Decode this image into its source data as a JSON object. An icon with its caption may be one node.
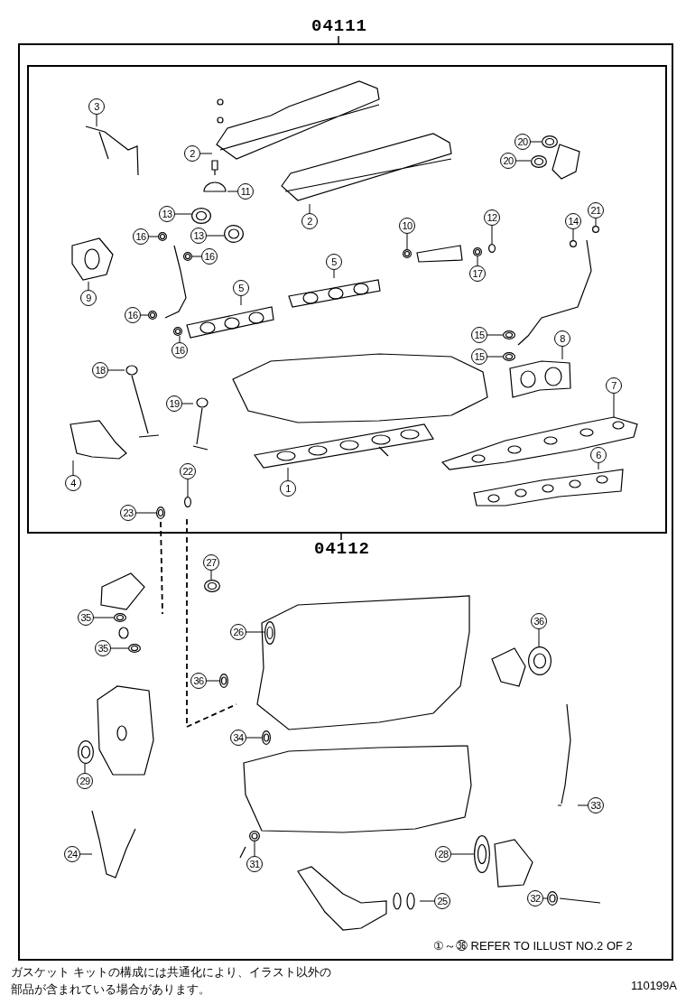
{
  "diagram": {
    "nodes": [
      {
        "text": [
          "04111"
        ]
      },
      {
        "text": [
          "04112"
        ],
        "in": 0
      },
      {
        "text": [
          "3"
        ],
        "in": 1
      },
      {
        "text": [
          "2"
        ],
        "in": 1
      },
      {
        "text": [
          "11"
        ],
        "in": 1
      },
      {
        "text": [
          "2"
        ],
        "in": 1
      },
      {
        "text": [
          "13"
        ],
        "in": 1
      },
      {
        "text": [
          "13"
        ],
        "in": 1
      },
      {
        "text": [
          "16"
        ],
        "in": 1
      },
      {
        "text": [
          "16"
        ],
        "in": 1
      },
      {
        "text": [
          "9"
        ],
        "in": 1
      },
      {
        "text": [
          "5"
        ],
        "in": 1
      },
      {
        "text": [
          "5"
        ],
        "in": 1
      },
      {
        "text": [
          "16"
        ],
        "in": 1
      },
      {
        "text": [
          "16"
        ],
        "in": 1
      },
      {
        "text": [
          "18"
        ],
        "in": 1
      },
      {
        "text": [
          "19"
        ],
        "in": 1
      },
      {
        "text": [
          "4"
        ],
        "in": 1
      },
      {
        "text": [
          "22"
        ],
        "in": 1
      },
      {
        "text": [
          "23"
        ],
        "in": 1
      },
      {
        "text": [
          "1"
        ],
        "in": 1
      },
      {
        "text": [
          "20"
        ],
        "in": 1
      },
      {
        "text": [
          "20"
        ],
        "in": 1
      },
      {
        "text": [
          "10"
        ],
        "in": 1
      },
      {
        "text": [
          "12"
        ],
        "in": 1
      },
      {
        "text": [
          "17"
        ],
        "in": 1
      },
      {
        "text": [
          "14"
        ],
        "in": 1
      },
      {
        "text": [
          "21"
        ],
        "in": 1
      },
      {
        "text": [
          "15"
        ],
        "in": 1
      },
      {
        "text": [
          "15"
        ],
        "in": 1
      },
      {
        "text": [
          "8"
        ],
        "in": 1
      },
      {
        "text": [
          "7"
        ],
        "in": 1
      },
      {
        "text": [
          "6"
        ],
        "in": 1
      },
      {
        "text": [
          "27"
        ],
        "in": 0
      },
      {
        "text": [
          "35"
        ],
        "in": 0
      },
      {
        "text": [
          "35"
        ],
        "in": 0
      },
      {
        "text": [
          "26"
        ],
        "in": 0
      },
      {
        "text": [
          "36"
        ],
        "in": 0
      },
      {
        "text": [
          "34"
        ],
        "in": 0
      },
      {
        "text": [
          "29"
        ],
        "in": 0
      },
      {
        "text": [
          "24"
        ],
        "in": 0
      },
      {
        "text": [
          "31"
        ],
        "in": 0
      },
      {
        "text": [
          "36"
        ],
        "in": 0
      },
      {
        "text": [
          "33"
        ],
        "in": 0
      },
      {
        "text": [
          "28"
        ],
        "in": 0
      },
      {
        "text": [
          "25"
        ],
        "in": 0
      },
      {
        "text": [
          "32"
        ],
        "in": 0
      },
      {
        "text": [],
        "shape": "picture",
        "in": 1
      },
      {
        "text": [],
        "shape": "picture",
        "in": 1
      },
      {
        "text": [],
        "shape": "picture",
        "in": 1
      },
      {
        "text": [],
        "shape": "picture",
        "in": 1
      },
      {
        "text": [],
        "shape": "circle",
        "in": 1
      },
      {
        "text": [],
        "shape": "circle",
        "in": 1
      },
      {
        "text": [],
        "shape": "circle",
        "in": 1
      },
      {
        "text": [],
        "shape": "circle",
        "in": 1
      },
      {
        "text": [],
        "shape": "picture",
        "in": 1
      },
      {
        "text": [],
        "shape": "picture",
        "in": 1
      },
      {
        "text": [],
        "shape": "picture",
        "in": 1
      },
      {
        "text": [],
        "shape": "circle",
        "in": 1
      },
      {
        "text": [],
        "shape": "circle",
        "in": 1
      },
      {
        "text": [],
        "shape": "picture",
        "in": 1
      },
      {
        "text": [],
        "shape": "picture",
        "in": 1
      },
      {
        "text": [],
        "shape": "picture",
        "in": 1
      },
      {
        "text": [],
        "shape": "circle",
        "in": 1
      },
      {
        "text": [],
        "shape": "circle",
        "in": 1
      },
      {
        "text": [],
        "shape": "picture",
        "in": 1
      },
      {
        "text": [],
        "shape": "circle",
        "in": 1
      },
      {
        "text": [],
        "shape": "circle",
        "in": 1
      },
      {
        "text": [],
        "shape": "circle",
        "in": 1
      },
      {
        "text": [],
        "shape": "circle",
        "in": 1
      },
      {
        "text": [],
        "shape": "circle",
        "in": 1
      },
      {
        "text": [],
        "shape": "circle",
        "in": 1
      },
      {
        "text": [],
        "shape": "circle",
        "in": 1
      },
      {
        "text": [],
        "shape": "circle",
        "in": 1
      },
      {
        "text": [],
        "shape": "circle",
        "in": 1
      },
      {
        "text": [],
        "shape": "picture",
        "in": 1
      },
      {
        "text": [],
        "shape": "picture",
        "in": 1
      },
      {
        "text": [],
        "shape": "picture",
        "in": 1
      },
      {
        "text": [],
        "shape": "circle",
        "in": 0
      },
      {
        "text": [],
        "shape": "circle",
        "in": 0
      },
      {
        "text": [],
        "shape": "circle",
        "in": 0
      },
      {
        "text": [],
        "shape": "circle",
        "in": 0
      },
      {
        "text": [],
        "shape": "circle",
        "in": 0
      },
      {
        "text": [],
        "shape": "circle",
        "in": 0
      },
      {
        "text": [],
        "shape": "circle",
        "in": 0
      },
      {
        "text": [],
        "shape": "picture",
        "in": 0
      },
      {
        "text": [],
        "shape": "circle",
        "in": 0
      },
      {
        "text": [],
        "shape": "circle",
        "in": 0
      },
      {
        "text": [],
        "shape": "picture",
        "in": 0
      },
      {
        "text": [],
        "shape": "circle",
        "in": 0
      },
      {
        "text": [],
        "shape": "picture",
        "in": 0
      },
      {
        "text": [],
        "shape": "circle",
        "in": 0
      }
    ],
    "edges": [
      {
        "from": 2,
        "to": 47,
        "arrow": "none"
      },
      {
        "from": 3,
        "to": 48,
        "arrow": "none"
      },
      {
        "from": 4,
        "to": 49,
        "arrow": "none"
      },
      {
        "from": 5,
        "to": 50,
        "arrow": "none"
      },
      {
        "from": 6,
        "to": 51,
        "arrow": "none"
      },
      {
        "from": 7,
        "to": 52,
        "arrow": "none"
      },
      {
        "from": 8,
        "to": 53,
        "arrow": "none"
      },
      {
        "from": 9,
        "to": 54,
        "arrow": "none"
      },
      {
        "from": 10,
        "to": 55,
        "arrow": "none"
      },
      {
        "from": 11,
        "to": 56,
        "arrow": "none"
      },
      {
        "from": 12,
        "to": 57,
        "arrow": "none"
      },
      {
        "from": 13,
        "to": 58,
        "arrow": "none"
      },
      {
        "from": 14,
        "to": 59,
        "arrow": "none"
      },
      {
        "from": 15,
        "to": 60,
        "arrow": "none"
      },
      {
        "from": 16,
        "to": 61,
        "arrow": "none"
      },
      {
        "from": 17,
        "to": 62,
        "arrow": "none"
      },
      {
        "from": 18,
        "to": 63,
        "arrow": "none"
      },
      {
        "from": 19,
        "to": 64,
        "arrow": "none"
      },
      {
        "from": 20,
        "to": 65,
        "arrow": "none"
      },
      {
        "from": 21,
        "to": 66,
        "arrow": "none"
      },
      {
        "from": 22,
        "to": 67,
        "arrow": "none"
      },
      {
        "from": 23,
        "to": 68,
        "arrow": "none"
      },
      {
        "from": 24,
        "to": 69,
        "arrow": "none"
      },
      {
        "from": 25,
        "to": 70,
        "arrow": "none"
      },
      {
        "from": 26,
        "to": 71,
        "arrow": "none"
      },
      {
        "from": 27,
        "to": 72,
        "arrow": "none"
      },
      {
        "from": 28,
        "to": 73,
        "arrow": "none"
      },
      {
        "from": 29,
        "to": 74,
        "arrow": "none"
      },
      {
        "from": 30,
        "to": 75,
        "arrow": "none"
      },
      {
        "from": 31,
        "to": 76,
        "arrow": "none"
      },
      {
        "from": 32,
        "to": 77,
        "arrow": "none"
      },
      {
        "from": 33,
        "to": 78,
        "arrow": "none"
      },
      {
        "from": 34,
        "to": 79,
        "arrow": "none"
      },
      {
        "from": 35,
        "to": 80,
        "arrow": "none"
      },
      {
        "from": 36,
        "to": 81,
        "arrow": "none"
      },
      {
        "from": 37,
        "to": 82,
        "arrow": "none"
      },
      {
        "from": 38,
        "to": 83,
        "arrow": "none"
      },
      {
        "from": 39,
        "to": 84,
        "arrow": "none"
      },
      {
        "from": 40,
        "to": 85,
        "arrow": "none"
      },
      {
        "from": 41,
        "to": 86,
        "arrow": "none"
      },
      {
        "from": 42,
        "to": 87,
        "arrow": "none"
      },
      {
        "from": 43,
        "to": 88,
        "arrow": "none"
      },
      {
        "from": 44,
        "to": 89,
        "arrow": "none"
      },
      {
        "from": 45,
        "to": 90,
        "arrow": "none"
      },
      {
        "from": 46,
        "to": 91,
        "arrow": "none"
      }
    ],
    "labels": [
      "①～㊱ REFER TO ILLUST NO.2 OF 2",
      "ガスケット キットの構成には共通化により、イラスト以外の部品が含まれている場合があります。",
      "110199A"
    ]
  }
}
